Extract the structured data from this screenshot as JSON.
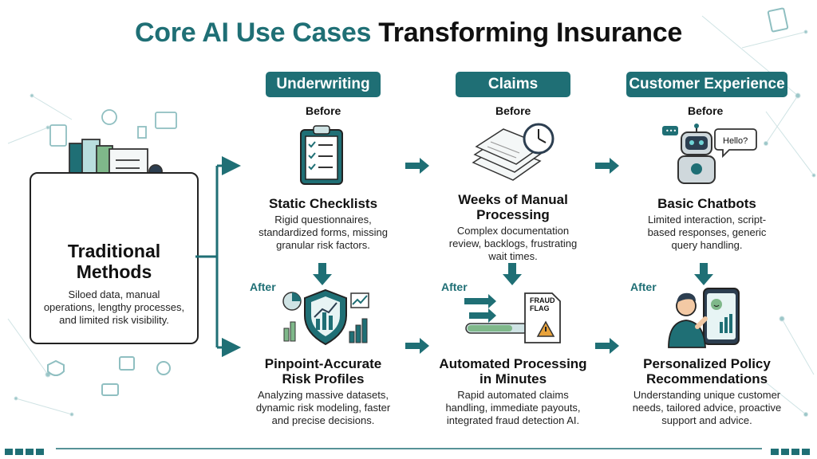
{
  "title": {
    "highlight": "Core AI Use Cases",
    "rest": "Transforming Insurance"
  },
  "traditional": {
    "heading_line1": "Traditional",
    "heading_line2": "Methods",
    "desc_lines": [
      "Siloed data, manual",
      "operations, lengthy processes,",
      "and limited risk visibility."
    ]
  },
  "labels": {
    "before": "Before",
    "after": "After"
  },
  "columns": [
    {
      "pill": "Underwriting",
      "before": {
        "heading": [
          "Static Checklists"
        ],
        "desc": [
          "Rigid questionnaires,",
          "standardized forms, missing",
          "granular risk factors."
        ]
      },
      "after": {
        "heading": [
          "Pinpoint-Accurate",
          "Risk Profiles"
        ],
        "desc": [
          "Analyzing massive datasets,",
          "dynamic risk modeling, faster",
          "and precise decisions."
        ]
      }
    },
    {
      "pill": "Claims",
      "before": {
        "heading": [
          "Weeks of Manual",
          "Processing"
        ],
        "desc": [
          "Complex documentation",
          "review, backlogs, frustrating",
          "wait times."
        ]
      },
      "after": {
        "heading": [
          "Automated Processing",
          "in Minutes"
        ],
        "desc": [
          "Rapid automated claims",
          "handling, immediate payouts,",
          "integrated fraud detection AI."
        ]
      },
      "icon_text": {
        "fraud_flag_line1": "FRAUD",
        "fraud_flag_line2": "FLAG"
      }
    },
    {
      "pill": "Customer Experience",
      "before": {
        "heading": [
          "Basic Chatbots"
        ],
        "desc": [
          "Limited interaction, script-",
          "based responses, generic",
          "query handling."
        ]
      },
      "after": {
        "heading": [
          "Personalized Policy",
          "Recommendations"
        ],
        "desc": [
          "Understanding unique customer",
          "needs, tailored advice, proactive",
          "support and advice."
        ]
      },
      "icon_text": {
        "bubble": "Hello?"
      }
    }
  ],
  "icons": [
    "documents-stack-icon",
    "stamp-icon",
    "magnifier-icon",
    "checklist-clipboard-icon",
    "paper-stack-icon",
    "clock-icon",
    "robot-chatbot-icon",
    "shield-chart-icon",
    "fraud-flag-document-icon",
    "person-phone-icon",
    "arrow-icon"
  ],
  "colors": {
    "accent": "#1f6f75",
    "text": "#111111",
    "pale": "#d6ecec"
  }
}
